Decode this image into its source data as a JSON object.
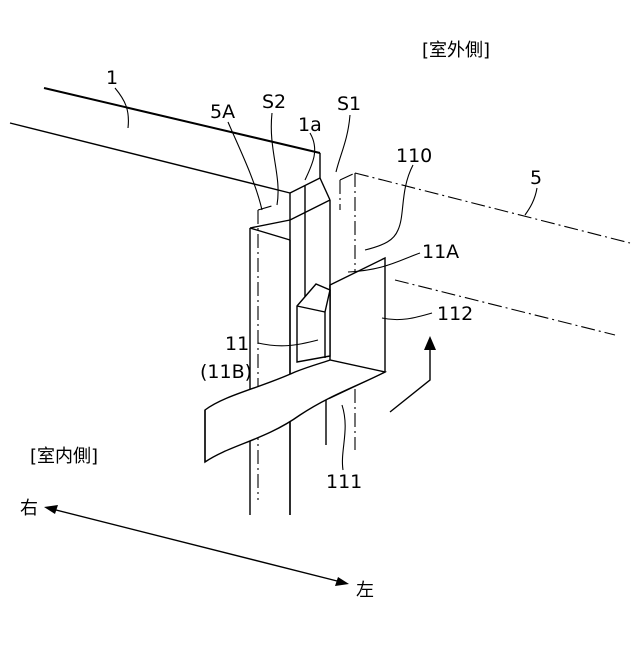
{
  "labels": {
    "outdoor_side": "[室外側]",
    "indoor_side": "[室内側]",
    "ref_1": "1",
    "ref_5A": "5A",
    "ref_S2": "S2",
    "ref_1a": "1a",
    "ref_S1": "S1",
    "ref_110": "110",
    "ref_5": "5",
    "ref_11A": "11A",
    "ref_11": "11",
    "ref_11B": "(11B)",
    "ref_112": "112",
    "ref_111": "111",
    "dir_right": "右",
    "dir_left": "左"
  }
}
